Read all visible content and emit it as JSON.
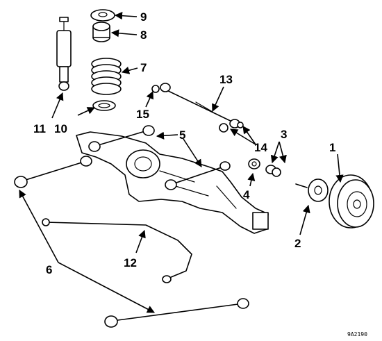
{
  "diagram": {
    "callouts": {
      "c1": "1",
      "c2": "2",
      "c3": "3",
      "c4": "4",
      "c5": "5",
      "c6": "6",
      "c7": "7",
      "c8": "8",
      "c9": "9",
      "c10": "10",
      "c11": "11",
      "c12": "12",
      "c13": "13",
      "c14": "14",
      "c15": "15"
    },
    "figure_code": "9A2190"
  },
  "icons": [
    "arrowhead-icon"
  ],
  "colors": {
    "ink": "#000000",
    "paper": "#ffffff"
  }
}
